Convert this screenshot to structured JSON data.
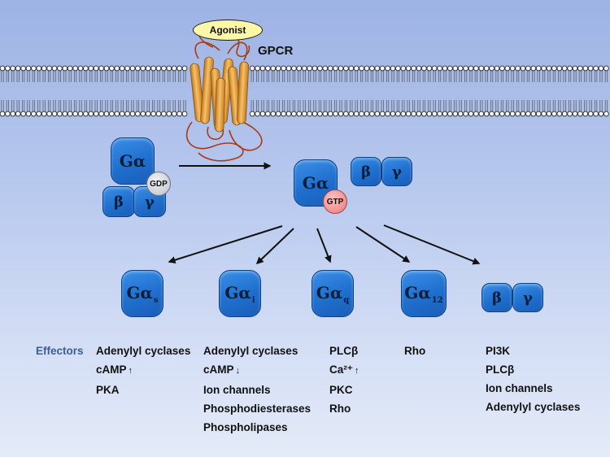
{
  "receptor": {
    "agonist_label": "Agonist",
    "receptor_label": "GPCR"
  },
  "heterotrimer": {
    "alpha": "Gα",
    "beta": "β",
    "gamma": "γ",
    "gdp": "GDP"
  },
  "activated": {
    "alpha": "Gα",
    "gtp": "GTP",
    "beta": "β",
    "gamma": "γ"
  },
  "subunits": [
    {
      "main": "Gα",
      "sub": "s"
    },
    {
      "main": "Gα",
      "sub": "i"
    },
    {
      "main": "Gα",
      "sub": "q"
    },
    {
      "main": "Gα",
      "sub": "12"
    }
  ],
  "beta_gamma": {
    "beta": "β",
    "gamma": "γ"
  },
  "effectors_title": "Effectors",
  "effectors": [
    [
      {
        "text": "Adenylyl cyclases"
      },
      {
        "text": "cAMP",
        "arrow": "up"
      },
      {
        "text": "PKA"
      }
    ],
    [
      {
        "text": "Adenylyl cyclases"
      },
      {
        "text": "cAMP",
        "arrow": "down"
      },
      {
        "text": "Ion channels"
      },
      {
        "text": "Phosphodiesterases"
      },
      {
        "text": "Phospholipases"
      }
    ],
    [
      {
        "text": "PLCβ"
      },
      {
        "text": "Ca²⁺",
        "arrow": "up"
      },
      {
        "text": "PKC"
      },
      {
        "text": "Rho"
      }
    ],
    [
      {
        "text": "Rho"
      }
    ],
    [
      {
        "text": "PI3K"
      },
      {
        "text": "PLCβ"
      },
      {
        "text": "Ion channels"
      },
      {
        "text": "Adenylyl cyclases"
      }
    ]
  ],
  "colors": {
    "background": "#b7c8ee",
    "g_protein_box": "#1f6fce",
    "gdp_circle": "#c9ced8",
    "gtp_circle": "#f29a9a",
    "receptor_helix": "#e8a040",
    "receptor_loop": "#a63b16",
    "agonist_fill": "#fcf6a8",
    "effectors_title": "#3a5f93"
  }
}
